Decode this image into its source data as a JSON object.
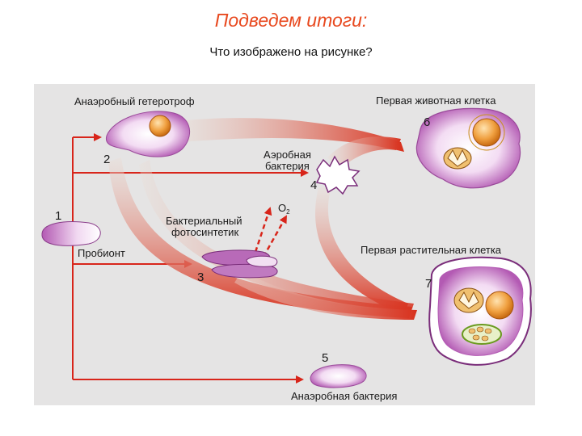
{
  "header": {
    "title": "Подведем итоги:",
    "question": "Что изображено на рисунке?"
  },
  "diagram": {
    "labels": {
      "anaerobic_heterotroph": "Анаэробный гетеротроф",
      "first_animal_cell": "Первая животная клетка",
      "aerobic_bacterium_line1": "Аэробная",
      "aerobic_bacterium_line2": "бактерия",
      "bacterial_photosynthetic_line1": "Бактериальный",
      "bacterial_photosynthetic_line2": "фотосинтетик",
      "oxygen": "O",
      "oxygen_sub": "2",
      "probiont": "Пробионт",
      "first_plant_cell": "Первая растительная клетка",
      "anaerobic_bacterium": "Анаэробная бактерия"
    },
    "numbers": {
      "n1": "1",
      "n2": "2",
      "n3": "3",
      "n4": "4",
      "n5": "5",
      "n6": "6",
      "n7": "7"
    }
  },
  "colors": {
    "title": "#e8491f",
    "panel": "#e5e4e4",
    "arrow_red": "#d8251a",
    "cell_purple": "#b35ab3",
    "nucleus_orange": "#e88a2a",
    "chloroplast_green": "#8ab83a"
  }
}
